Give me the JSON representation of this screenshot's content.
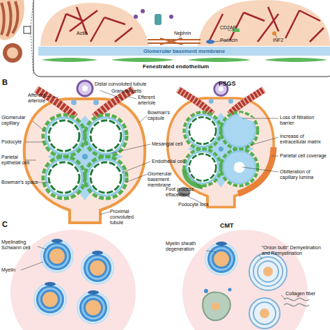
{
  "diagram": {
    "nodes": [
      {
        "text": [
          "Glomerular basement membrane"
        ]
      }
    ],
    "labels": [
      "Actin",
      "Nephrin",
      "CD2AP",
      "Podocin",
      "INF2",
      "Fenestrated endothelium",
      "B",
      "FSGS",
      "Distal convoluted tubule",
      "Granular cells",
      "Afferent arteriole",
      "Efferent arteriole",
      "Bowman's capsule",
      "Glomerular capillary",
      "Podocyte",
      "Parietal epithelial cell",
      "Bowman's space",
      "Mesangial cell",
      "Endothelial cell",
      "Glomerular basement membrane",
      "Proximal convoluted tubule",
      "Loss of filtration barrier",
      "Increase of extracellular matrix",
      "Parietal cell coverage",
      "Obliteration of capillary lumina",
      "Foot process effacement",
      "Podocyte loss",
      "C",
      "CMT",
      "Myelinating Schwann cell",
      "Myelin",
      "Myelin sheath degeneration",
      "“Onion bulb” Demyelination and Remyelination",
      "Collagen fiber"
    ]
  }
}
